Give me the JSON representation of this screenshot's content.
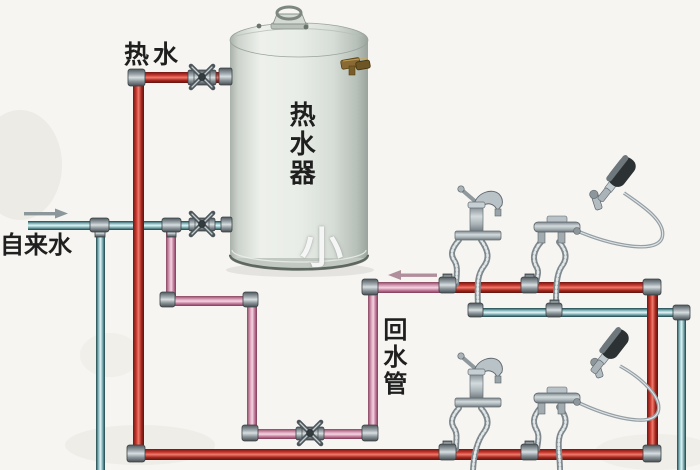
{
  "diagram": {
    "title_context": "water heater recirculating plumbing diagram",
    "labels": {
      "hot_water": "热水",
      "tap_water": "自来水",
      "water_heater": "热水器",
      "return_pipe": "回水管",
      "watermark": "小"
    },
    "colors": {
      "background": "#f6f5f1",
      "hot_pipe_red": "#d94b3e",
      "hot_pipe_edge": "#6f1813",
      "cold_pipe_blue": "#dff2f4",
      "cold_pipe_edge": "#1f474c",
      "return_pipe_pink": "#f2ccdc",
      "return_pipe_edge": "#8a4760",
      "fitting_metal": "#9fa9ad",
      "tank_body": "#edf0ea",
      "brass_valve": "#8a6a34",
      "label_text": "#1f1f1f"
    },
    "components": {
      "tank": "water-heater-tank",
      "valves": [
        "hot-outlet-valve",
        "cold-inlet-valve",
        "return-line-valve"
      ],
      "fixtures": [
        "basin-faucet-upper",
        "shower-mixer-upper",
        "basin-faucet-lower",
        "shower-mixer-lower"
      ],
      "arrows": [
        "cold-inlet-flow-right",
        "return-flow-left"
      ]
    }
  }
}
